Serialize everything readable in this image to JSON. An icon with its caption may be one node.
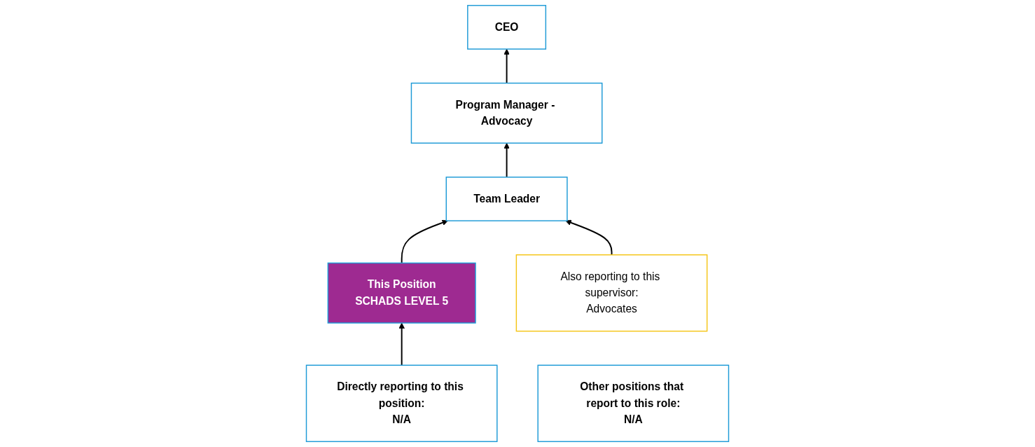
{
  "diagram": {
    "nodes": [
      {
        "text": [
          "CEO"
        ]
      },
      {
        "text": [
          "Program Manager - Advocacy"
        ]
      },
      {
        "text": [
          "Team Leader"
        ]
      },
      {
        "text": [
          "This Position",
          "SCHADS LEVEL 5"
        ]
      },
      {
        "text": [
          "Directly reporting to this position:",
          "N/A"
        ]
      },
      {
        "text": [
          "Other positions that report to this role:",
          "N/A"
        ]
      },
      {
        "text": [
          "Also reporting to this supervisor:",
          "Advocates"
        ]
      }
    ],
    "edges": [
      {
        "from": 1,
        "to": 0,
        "arrow": "to"
      },
      {
        "from": 2,
        "to": 1,
        "arrow": "to"
      },
      {
        "from": 3,
        "to": 2,
        "arrow": "to"
      },
      {
        "from": 4,
        "to": 3,
        "arrow": "to"
      },
      {
        "from": 6,
        "to": 2,
        "arrow": "to"
      }
    ]
  }
}
